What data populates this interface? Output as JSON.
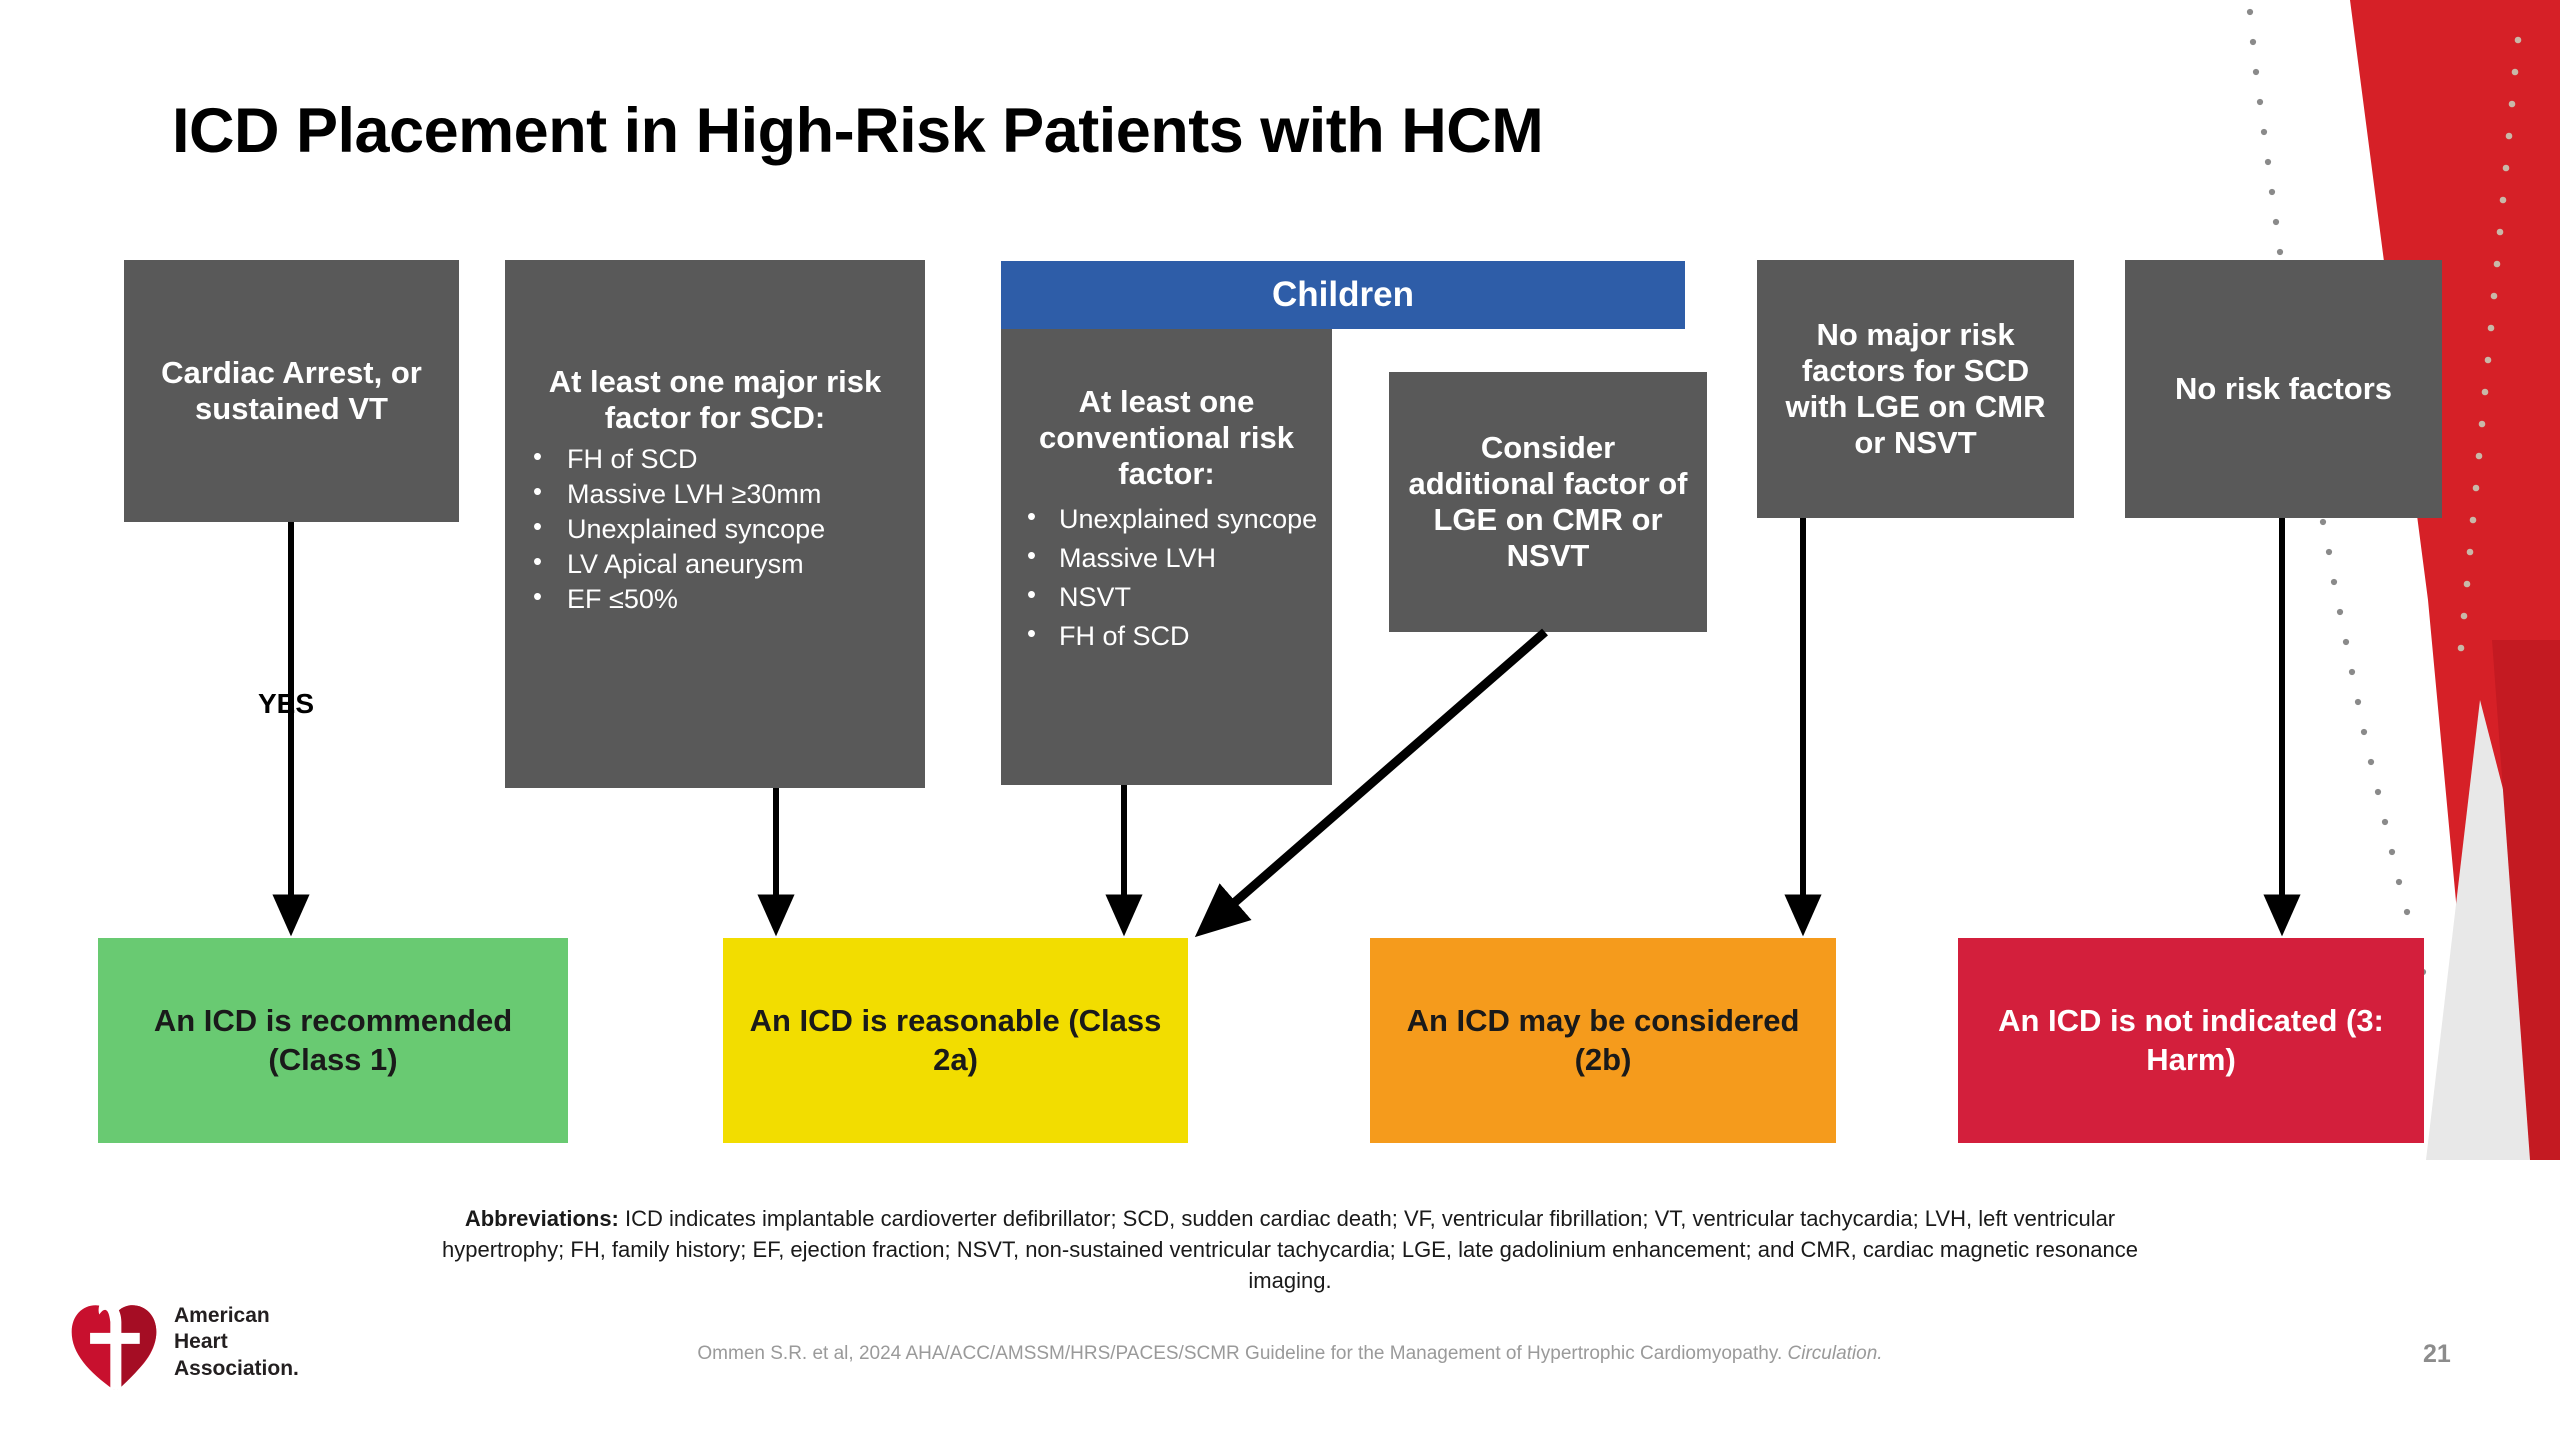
{
  "slide": {
    "title": "ICD Placement in High-Risk Patients with HCM",
    "page_number": "21"
  },
  "colors": {
    "gray_box": "#595959",
    "children_banner": "#2E5DA8",
    "recommended_green": "#69CA72",
    "reasonable_yellow": "#F2DD00",
    "considered_orange": "#F59B1C",
    "not_indicated_red": "#D31F3C",
    "aha_red": "#C8102E",
    "decoration_red": "#D62027"
  },
  "criteria": {
    "cardiac_arrest": {
      "heading": "Cardiac Arrest,  or sustained VT"
    },
    "major_risk": {
      "heading": "At least one major risk factor for SCD:",
      "bullets": [
        "FH of SCD",
        "Massive LVH ≥30mm",
        "Unexplained syncope",
        "LV Apical aneurysm",
        "EF ≤50%"
      ]
    },
    "children": {
      "banner": "Children",
      "conventional": {
        "heading": "At least one conventional risk factor:",
        "bullets": [
          "Unexplained syncope",
          "Massive LVH",
          "NSVT",
          "FH of SCD"
        ]
      },
      "additional": {
        "heading": "Consider additional factor of LGE on CMR or NSVT"
      }
    },
    "no_major_risk": {
      "heading": "No major risk factors for SCD with LGE on CMR or NSVT"
    },
    "no_risk": {
      "heading": "No risk factors"
    }
  },
  "arrows": {
    "yes_label": "YES"
  },
  "outcomes": {
    "recommended": "An ICD is recommended (Class 1)",
    "reasonable": "An ICD is reasonable (Class 2a)",
    "considered": "An ICD may be considered (2b)",
    "not_indicated": "An ICD is not indicated (3: Harm)"
  },
  "footer": {
    "abbreviations_lead": "Abbreviations:",
    "abbreviations_body": " ICD indicates implantable cardioverter defibrillator; SCD, sudden cardiac death; VF, ventricular fibrillation; VT, ventricular tachycardia; LVH, left ventricular hypertrophy; FH, family history; EF, ejection fraction; NSVT, non-sustained ventricular tachycardia; LGE, late gadolinium enhancement; and CMR, cardiac magnetic resonance imaging.",
    "citation_text": "Ommen S.R. et al, 2024 AHA/ACC/AMSSM/HRS/PACES/SCMR Guideline for the Management of Hypertrophic Cardiomyopathy. ",
    "citation_journal": "Circulation.",
    "logo_line1": "American",
    "logo_line2": "Heart",
    "logo_line3": "Association."
  }
}
